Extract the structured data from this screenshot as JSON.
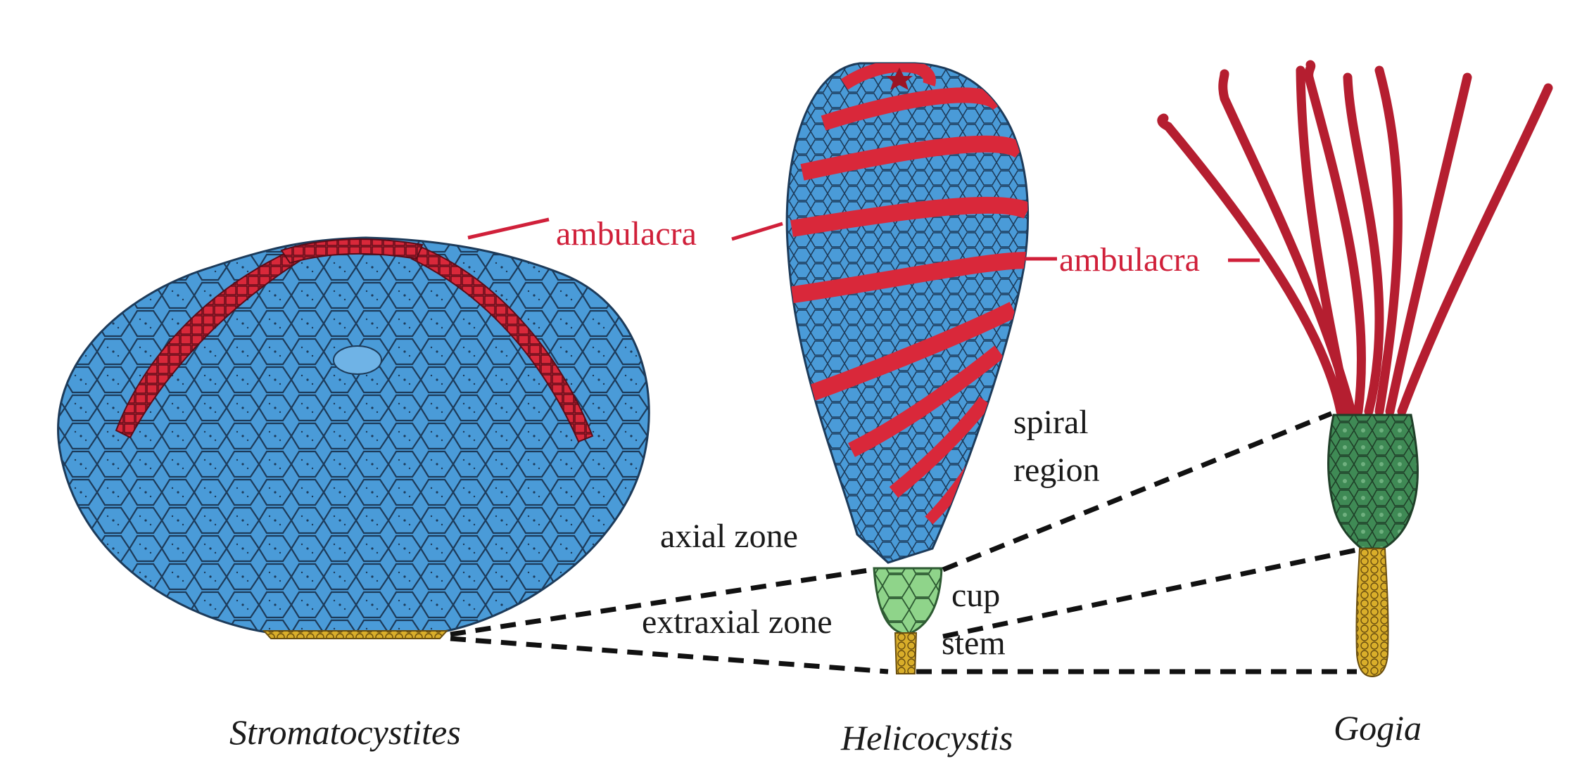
{
  "labels": {
    "ambulacra_left": "ambulacra",
    "ambulacra_right": "ambulacra",
    "spiral_region": [
      "spiral",
      "region"
    ],
    "axial_zone": "axial zone",
    "extraxial_zone": "extraxial zone",
    "cup": "cup",
    "stem": "stem"
  },
  "taxa": {
    "stromatocystites": "Stromatocystites",
    "helicocystis": "Helicocystis",
    "gogia": "Gogia"
  },
  "colors": {
    "axial_ambulacra": "#d9283a",
    "extraxial_theca": "#4a9bd8",
    "cup": "#8fd48a",
    "stem": "#d9ae2a",
    "gogia_cup": "#3f8a55",
    "plate_lines": "#1d3b5a",
    "label_red": "#d0203a"
  }
}
